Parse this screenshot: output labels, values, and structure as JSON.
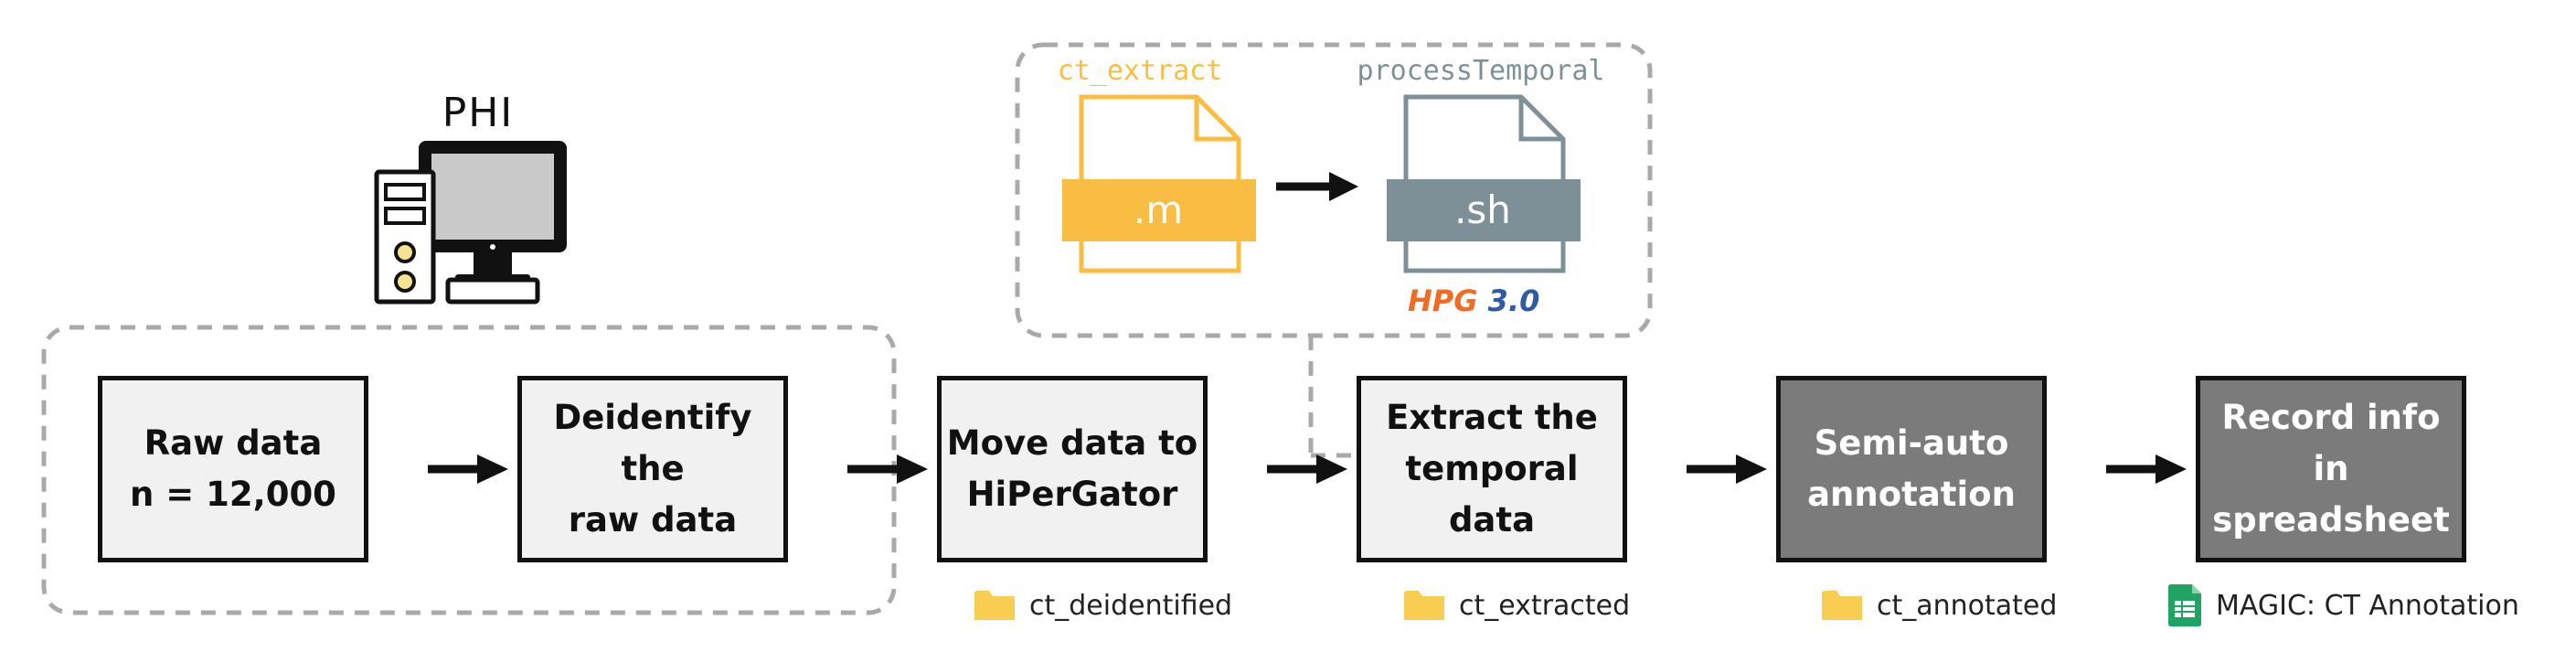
{
  "phi_label": "PHI",
  "pipeline": {
    "file_conversion": {
      "source": {
        "name": "ct_extract",
        "extension": ".m",
        "color": "#f9bd44"
      },
      "target": {
        "name": "processTemporal",
        "extension": ".sh",
        "color": "#7e9097"
      },
      "platform": {
        "name": "HPG",
        "version": "3.0",
        "name_color": "#f26b21",
        "version_color": "#2f5aa5"
      }
    },
    "steps": [
      {
        "line1": "Raw data",
        "line2": "n = 12,000",
        "style": "light"
      },
      {
        "line1": "Deidentify the",
        "line2": "raw data",
        "style": "light"
      },
      {
        "line1": "Move data to",
        "line2": "HiPerGator",
        "style": "light"
      },
      {
        "line1": "Extract the",
        "line2": "temporal data",
        "style": "light"
      },
      {
        "line1": "Semi-auto",
        "line2": "annotation",
        "style": "dark"
      },
      {
        "line1": "Record info in",
        "line2": "spreadsheet",
        "style": "dark"
      }
    ],
    "outputs": [
      {
        "label": "ct_deidentified",
        "icon": "folder-icon"
      },
      {
        "label": "ct_extracted",
        "icon": "folder-icon"
      },
      {
        "label": "ct_annotated",
        "icon": "folder-icon"
      },
      {
        "label": "MAGIC: CT Annotation",
        "icon": "spreadsheet-icon"
      }
    ]
  },
  "colors": {
    "box_light": "#f1f1f1",
    "box_dark": "#7b7b7b",
    "folder": "#f9cd52",
    "sheet": "#1fa463",
    "dashed": "#a9a9a9"
  }
}
